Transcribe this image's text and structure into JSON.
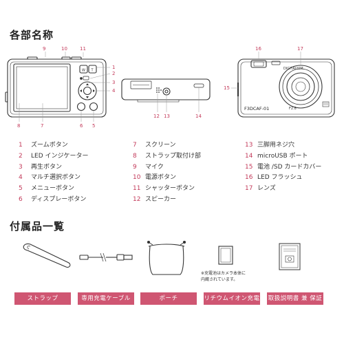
{
  "section_parts": "各部名称",
  "section_accessories": "付属品一覧",
  "camera_text": {
    "model": "F3DCAF-01",
    "digital": "DIGITAL",
    "lens_info": "20M",
    "lens_info2": "F2.8"
  },
  "callouts": {
    "back": [
      "9",
      "10",
      "11",
      "1",
      "2",
      "3",
      "4",
      "8",
      "7",
      "6",
      "5"
    ],
    "top": [
      "12",
      "13",
      "14"
    ],
    "front": [
      "16",
      "17",
      "15"
    ]
  },
  "parts_col1": [
    {
      "n": "1",
      "label": "ズームボタン"
    },
    {
      "n": "2",
      "label": "LED インジケーター"
    },
    {
      "n": "3",
      "label": "再生ボタン"
    },
    {
      "n": "4",
      "label": "マルチ選択ボタン"
    },
    {
      "n": "5",
      "label": "メニューボタン"
    },
    {
      "n": "6",
      "label": "ディスプレーボタン"
    }
  ],
  "parts_col2": [
    {
      "n": "7",
      "label": "スクリーン"
    },
    {
      "n": "8",
      "label": "ストラップ取付け部"
    },
    {
      "n": "9",
      "label": "マイク"
    },
    {
      "n": "10",
      "label": "電源ボタン"
    },
    {
      "n": "11",
      "label": "シャッターボタン"
    },
    {
      "n": "12",
      "label": "スピーカー"
    }
  ],
  "parts_col3": [
    {
      "n": "13",
      "label": "三脚用ネジ穴"
    },
    {
      "n": "14",
      "label": "microUSB ポート"
    },
    {
      "n": "15",
      "label": "電池 /SD カードカバー"
    },
    {
      "n": "16",
      "label": "LED フラッシュ"
    },
    {
      "n": "17",
      "label": "レンズ"
    }
  ],
  "accessories": [
    "ストラップ",
    "専用充電ケーブル",
    "ポーチ",
    "リチウムイオン充電池",
    "取扱説明書 兼 保証書"
  ],
  "battery_note": [
    "※充電池はカメラ本体に",
    "内蔵されています。"
  ],
  "colors": {
    "accent": "#cf5672",
    "number": "#c33a5a",
    "line": "#333333"
  }
}
